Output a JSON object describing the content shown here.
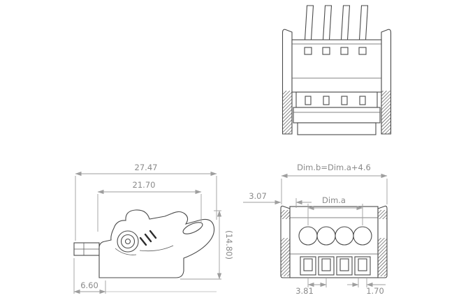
{
  "drawing": {
    "type": "technical-drawing",
    "colors": {
      "background": "#ffffff",
      "outline": "#4a4a4a",
      "dimension_lines": "#9e9e9e",
      "dimension_text": "#8a8a8a"
    },
    "dimensions": {
      "side_overall_width": "27.47",
      "side_inner_width": "21.70",
      "side_height": "(14.80)",
      "side_bottom": "6.60",
      "plug_overall_formula": "Dim.b=Dim.a+4.6",
      "plug_left_offset": "3.07",
      "plug_span": "Dim.a",
      "plug_pitch": "3.81",
      "plug_terminal_width": "1.70"
    }
  }
}
